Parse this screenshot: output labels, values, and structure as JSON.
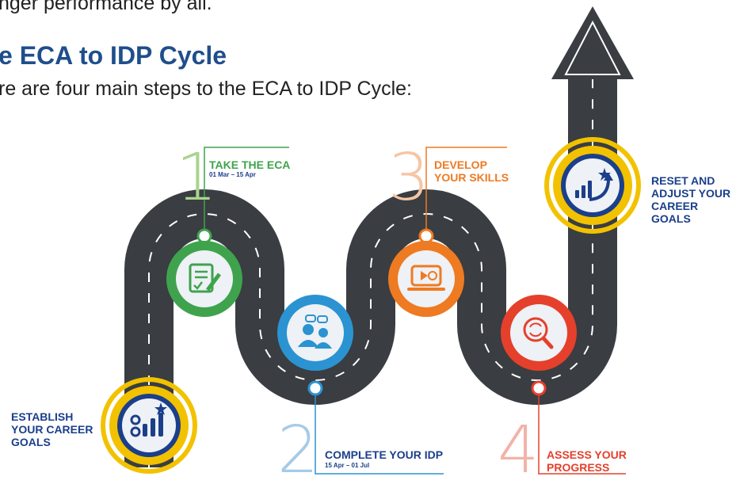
{
  "page": {
    "intro_fragment": "nger performance by all.",
    "heading": "e ECA to IDP Cycle",
    "subline": "re are four main steps to the ECA to IDP Cycle:"
  },
  "steps": {
    "establish": {
      "label": "ESTABLISH\nYOUR CAREER\nGOALS",
      "icon": "career-goals-chart-icon",
      "color": "#f2c200"
    },
    "take_eca": {
      "number": "1",
      "label": "TAKE THE ECA",
      "dates": "01 Mar – 15 Apr",
      "icon": "edit-document-icon",
      "color": "#3fa34d",
      "number_color": "#a9d48f"
    },
    "complete_idp": {
      "number": "2",
      "label": "COMPLETE YOUR IDP",
      "dates": "15 Apr – 01 Jul",
      "icon": "people-discussion-icon",
      "color": "#2b93d1",
      "number_color": "#a6cbe8"
    },
    "develop_skills": {
      "number": "3",
      "label": "DEVELOP\nYOUR SKILLS",
      "icon": "video-laptop-icon",
      "color": "#ee7a22",
      "number_color": "#f5c6a5"
    },
    "assess_progress": {
      "number": "4",
      "label": "ASSESS YOUR\nPROGRESS",
      "icon": "refresh-magnifier-icon",
      "color": "#e5402b",
      "number_color": "#f2b3a8"
    },
    "reset_goals": {
      "label": "RESET AND\nADJUST YOUR\nCAREER GOALS",
      "icon": "growth-chart-icon",
      "color": "#f2c200"
    }
  },
  "colors": {
    "road": "#3a3d42",
    "text_navy": "#1b3f8b",
    "heading_blue": "#1f4e8c"
  }
}
